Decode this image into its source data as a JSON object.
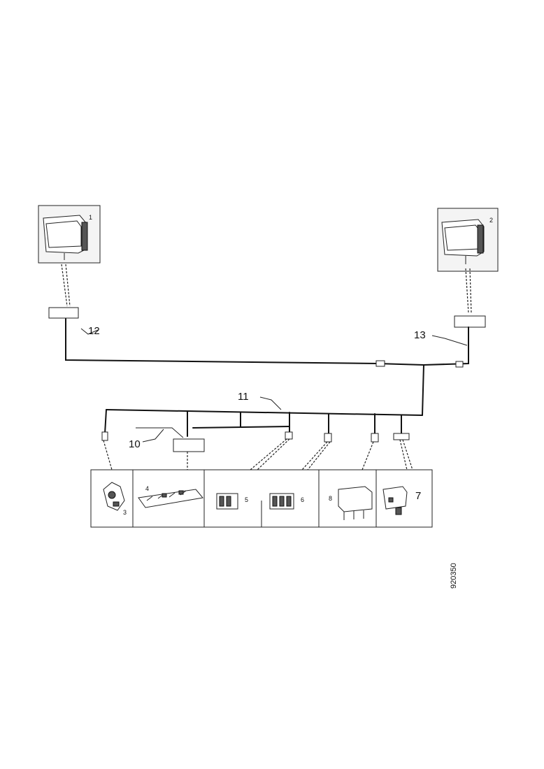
{
  "diagram": {
    "callouts": {
      "c1": "1",
      "c2": "2",
      "c3": "3",
      "c4": "4",
      "c5": "5",
      "c6": "6",
      "c7": "7",
      "c8": "8",
      "c10": "10",
      "c11": "11",
      "c12": "12",
      "c13": "13"
    },
    "reference_number": "920350"
  },
  "colors": {
    "line": "#111111",
    "background": "#ffffff"
  }
}
